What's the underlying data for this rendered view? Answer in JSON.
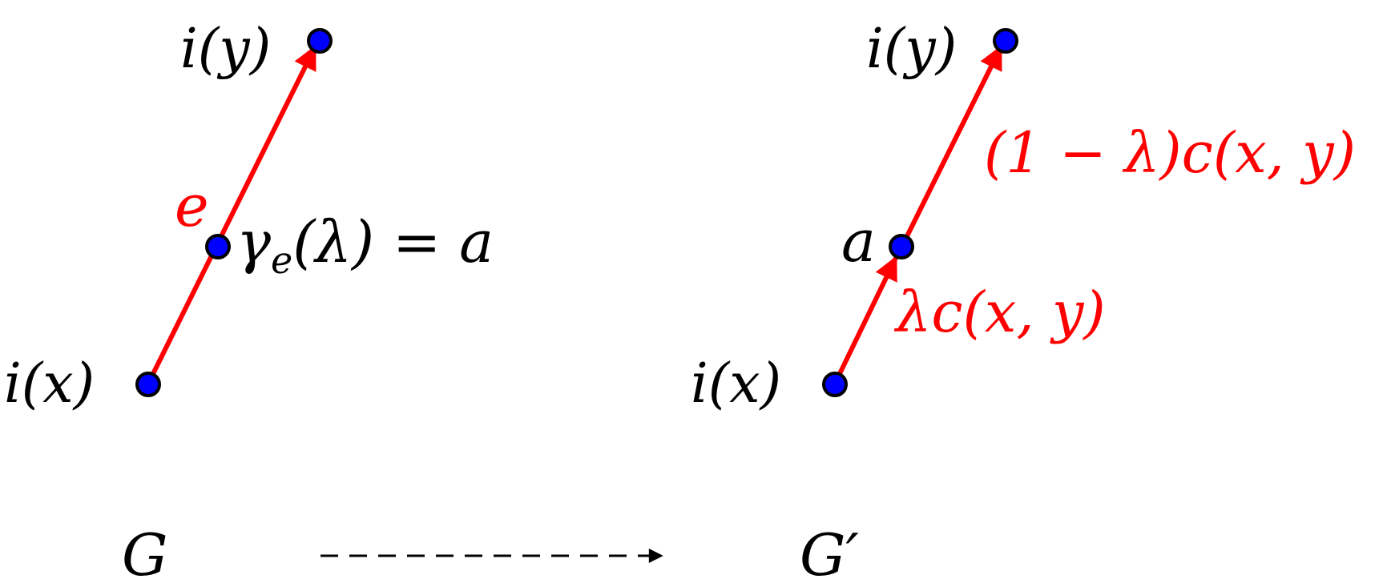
{
  "colors": {
    "edge": "#ff0000",
    "node_fill": "#0000ff",
    "node_stroke": "#000000",
    "text": "#000000",
    "edge_label": "#ff0000",
    "map_arrow": "#000000"
  },
  "left_graph": {
    "label": "G",
    "top_node_label": "i(y)",
    "bottom_node_label": "i(x)",
    "edge_label": "e",
    "mid_node_label": "γe(λ) = a",
    "mid_node_label_parts": {
      "gamma": "γ",
      "sub": "e",
      "rest": "(λ) = a"
    }
  },
  "right_graph": {
    "label": "G′",
    "top_node_label": "i(y)",
    "bottom_node_label": "i(x)",
    "mid_node_label": "a",
    "upper_edge_label": "(1 − λ)c(x, y)",
    "lower_edge_label": "λc(x, y)"
  },
  "map_arrow": {
    "style": "dashed",
    "direction": "left-to-right"
  }
}
